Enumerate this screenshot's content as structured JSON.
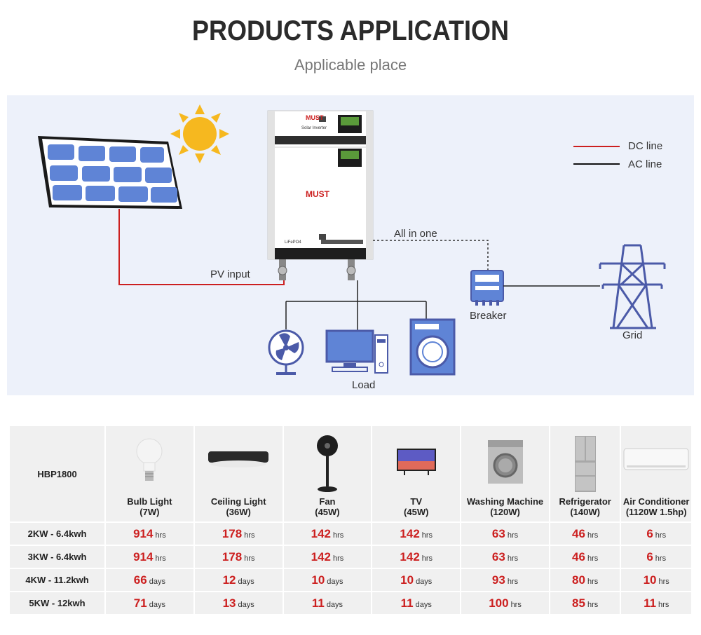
{
  "header": {
    "title": "PRODUCTS APPLICATION",
    "subtitle": "Applicable place"
  },
  "diagram": {
    "legend": {
      "dc_line": "DC line",
      "ac_line": "AC line",
      "dc_color": "#cc1f1f",
      "ac_color": "#111111"
    },
    "labels": {
      "pv_input": "PV input",
      "all_in_one": "All in one",
      "breaker": "Breaker",
      "grid": "Grid",
      "load": "Load",
      "brand_top": "MUST",
      "brand_main": "MUST",
      "solar_inverter": "Solar Inverter",
      "lifepo4": "LiFePO4"
    }
  },
  "table": {
    "model": "HBP1800",
    "appliances": [
      {
        "name": "Bulb Light",
        "power": "(7W)",
        "icon": "bulb-icon"
      },
      {
        "name": "Ceiling Light",
        "power": "(36W)",
        "icon": "ceiling-light-icon"
      },
      {
        "name": "Fan",
        "power": "(45W)",
        "icon": "fan-icon"
      },
      {
        "name": "TV",
        "power": "(45W)",
        "icon": "tv-icon"
      },
      {
        "name": "Washing Machine",
        "power": "(120W)",
        "icon": "washing-machine-icon"
      },
      {
        "name": "Refrigerator",
        "power": "(140W)",
        "icon": "refrigerator-icon"
      },
      {
        "name": "Air Conditioner",
        "power": "(1120W 1.5hp)",
        "icon": "air-conditioner-icon"
      }
    ],
    "rows": [
      {
        "label": "2KW - 6.4kwh",
        "cells": [
          {
            "v": "914",
            "u": "hrs"
          },
          {
            "v": "178",
            "u": "hrs"
          },
          {
            "v": "142",
            "u": "hrs"
          },
          {
            "v": "142",
            "u": "hrs"
          },
          {
            "v": "63",
            "u": "hrs"
          },
          {
            "v": "46",
            "u": "hrs"
          },
          {
            "v": "6",
            "u": "hrs"
          }
        ]
      },
      {
        "label": "3KW - 6.4kwh",
        "cells": [
          {
            "v": "914",
            "u": "hrs"
          },
          {
            "v": "178",
            "u": "hrs"
          },
          {
            "v": "142",
            "u": "hrs"
          },
          {
            "v": "142",
            "u": "hrs"
          },
          {
            "v": "63",
            "u": "hrs"
          },
          {
            "v": "46",
            "u": "hrs"
          },
          {
            "v": "6",
            "u": "hrs"
          }
        ]
      },
      {
        "label": "4KW - 11.2kwh",
        "cells": [
          {
            "v": "66",
            "u": "days"
          },
          {
            "v": "12",
            "u": "days"
          },
          {
            "v": "10",
            "u": "days"
          },
          {
            "v": "10",
            "u": "days"
          },
          {
            "v": "93",
            "u": "hrs"
          },
          {
            "v": "80",
            "u": "hrs"
          },
          {
            "v": "10",
            "u": "hrs"
          }
        ]
      },
      {
        "label": "5KW - 12kwh",
        "cells": [
          {
            "v": "71",
            "u": "days"
          },
          {
            "v": "13",
            "u": "days"
          },
          {
            "v": "11",
            "u": "days"
          },
          {
            "v": "11",
            "u": "days"
          },
          {
            "v": "100",
            "u": "hrs"
          },
          {
            "v": "85",
            "u": "hrs"
          },
          {
            "v": "11",
            "u": "hrs"
          }
        ]
      }
    ]
  }
}
